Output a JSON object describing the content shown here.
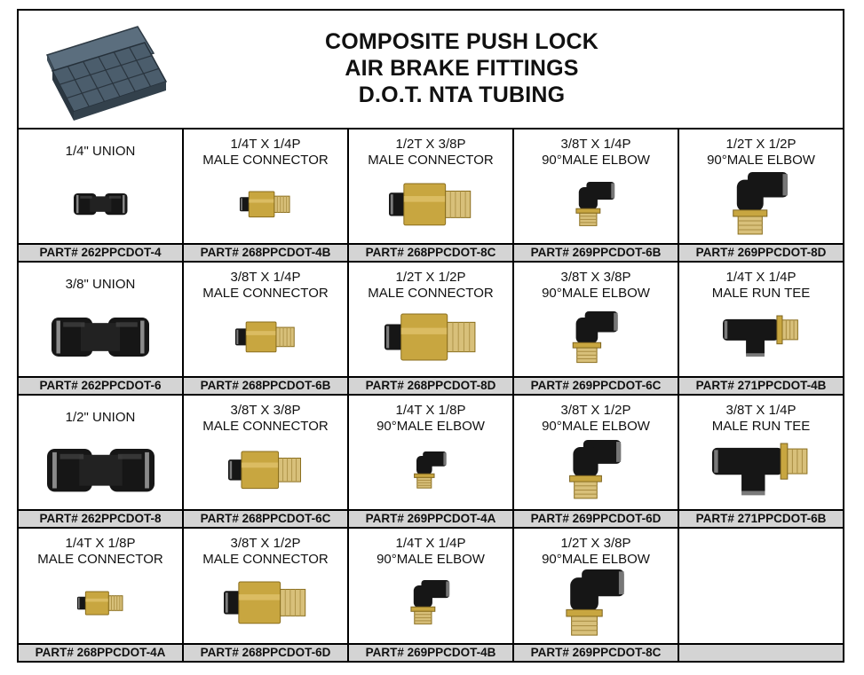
{
  "title_lines": [
    "COMPOSITE PUSH LOCK",
    "AIR  BRAKE FITTINGS",
    "D.O.T. NTA TUBING"
  ],
  "cells": [
    {
      "line1": "1/4\" UNION",
      "line2": "",
      "part": "PART# 262PPCDOT-4",
      "icon": "union-icon",
      "size": 0.55
    },
    {
      "line1": "1/4T X 1/4P",
      "line2": "MALE CONNECTOR",
      "part": "PART# 268PPCDOT-4B",
      "icon": "male-connector-icon",
      "size": 0.55
    },
    {
      "line1": "1/2T X 3/8P",
      "line2": "MALE CONNECTOR",
      "part": "PART# 268PPCDOT-8C",
      "icon": "male-connector-icon",
      "size": 0.9
    },
    {
      "line1": "3/8T X 1/4P",
      "line2": "90°MALE ELBOW",
      "part": "PART# 269PPCDOT-6B",
      "icon": "elbow-icon",
      "size": 0.6
    },
    {
      "line1": "1/2T X 1/2P",
      "line2": "90°MALE ELBOW",
      "part": "PART# 269PPCDOT-8D",
      "icon": "elbow-icon",
      "size": 0.85
    },
    {
      "line1": "3/8\" UNION",
      "line2": "",
      "part": "PART# 262PPCDOT-6",
      "icon": "union-icon",
      "size": 1.0
    },
    {
      "line1": "3/8T X 1/4P",
      "line2": "MALE CONNECTOR",
      "part": "PART# 268PPCDOT-6B",
      "icon": "male-connector-icon",
      "size": 0.65
    },
    {
      "line1": "1/2T X 1/2P",
      "line2": "MALE CONNECTOR",
      "part": "PART# 268PPCDOT-8D",
      "icon": "male-connector-icon",
      "size": 1.0
    },
    {
      "line1": "3/8T X 3/8P",
      "line2": "90°MALE ELBOW",
      "part": "PART# 269PPCDOT-6C",
      "icon": "elbow-icon",
      "size": 0.7
    },
    {
      "line1": "1/4T X 1/4P",
      "line2": "MALE RUN TEE",
      "part": "PART# 271PPCDOT-4B",
      "icon": "run-tee-icon",
      "size": 0.75
    },
    {
      "line1": "1/2\" UNION",
      "line2": "",
      "part": "PART# 262PPCDOT-8",
      "icon": "union-icon",
      "size": 1.1
    },
    {
      "line1": "3/8T X 3/8P",
      "line2": "MALE CONNECTOR",
      "part": "PART# 268PPCDOT-6C",
      "icon": "male-connector-icon",
      "size": 0.8
    },
    {
      "line1": "1/4T X 1/8P",
      "line2": "90°MALE ELBOW",
      "part": "PART# 269PPCDOT-4A",
      "icon": "elbow-icon",
      "size": 0.5
    },
    {
      "line1": "3/8T X 1/2P",
      "line2": "90°MALE ELBOW",
      "part": "PART# 269PPCDOT-6D",
      "icon": "elbow-icon",
      "size": 0.8
    },
    {
      "line1": "3/8T X 1/4P",
      "line2": "MALE RUN TEE",
      "part": "PART# 271PPCDOT-6B",
      "icon": "run-tee-icon",
      "size": 0.95
    },
    {
      "line1": "1/4T X 1/8P",
      "line2": "MALE CONNECTOR",
      "part": "PART# 268PPCDOT-4A",
      "icon": "male-connector-icon",
      "size": 0.5
    },
    {
      "line1": "3/8T X 1/2P",
      "line2": "MALE CONNECTOR",
      "part": "PART# 268PPCDOT-6D",
      "icon": "male-connector-icon",
      "size": 0.9
    },
    {
      "line1": "1/4T X 1/4P",
      "line2": "90°MALE ELBOW",
      "part": "PART# 269PPCDOT-4B",
      "icon": "elbow-icon",
      "size": 0.6
    },
    {
      "line1": "1/2T X 3/8P",
      "line2": "90°MALE ELBOW",
      "part": "PART# 269PPCDOT-8C",
      "icon": "elbow-icon",
      "size": 0.9
    },
    {
      "line1": "",
      "line2": "",
      "part": "",
      "icon": "",
      "size": 0
    }
  ],
  "colors": {
    "part_bar": "#d4d4d4",
    "brass": "#c8a640",
    "black_plastic": "#161616",
    "tray": "#4f6272"
  }
}
